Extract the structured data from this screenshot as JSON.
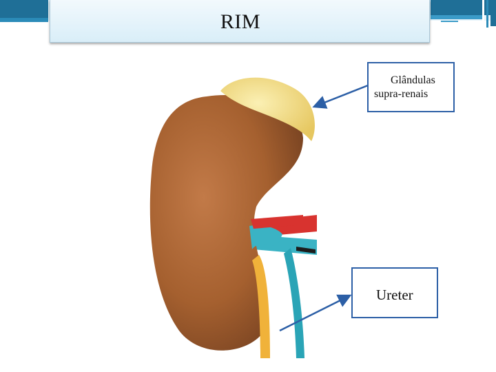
{
  "slide": {
    "title": "RIM"
  },
  "labels": {
    "glandulas_line1": "Glândulas",
    "glandulas_line2": "supra-renais",
    "ureter": "Ureter"
  },
  "colors": {
    "accent": "#2c5fa6",
    "kidney": "#a9653a",
    "adrenal_gland": "#f3dd8a",
    "ureter": "#f0b23a",
    "vein": "#3ab3c4",
    "artery": "#d8332f",
    "title_band": "#1e7aa6"
  },
  "icons": {
    "top_band": "decorative-stripes",
    "figure": "kidney-illustration"
  }
}
